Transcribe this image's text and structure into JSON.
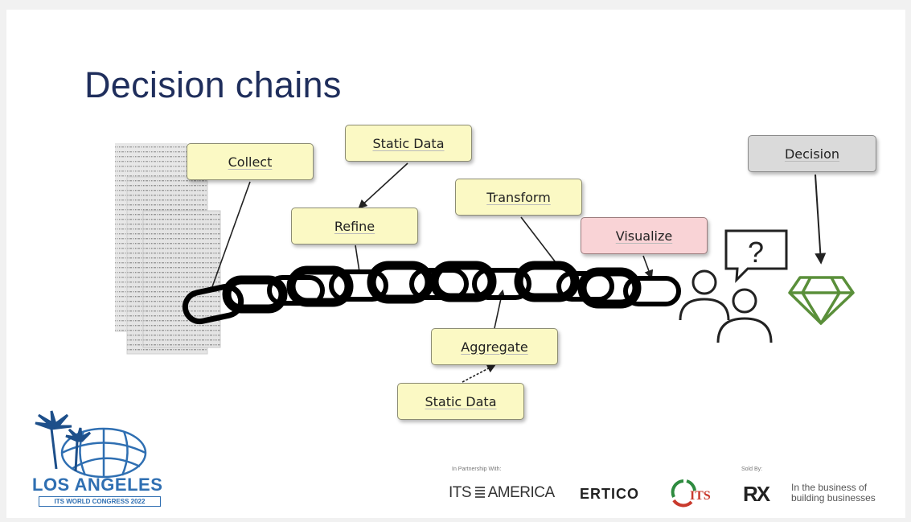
{
  "slide": {
    "title": "Decision chains"
  },
  "diagram": {
    "boxes": {
      "collect": "Collect",
      "static_data_top": "Static Data",
      "refine": "Refine",
      "transform": "Transform",
      "visualize": "Visualize",
      "decision": "Decision",
      "aggregate": "Aggregate",
      "static_data_bottom": "Static Data"
    },
    "speech_bubble_symbol": "?",
    "colors": {
      "box_yellow": "#fbf9c4",
      "box_pink": "#f9d3d6",
      "box_grey": "#dadada",
      "title_navy": "#1f2e5c",
      "gem_green": "#5a8f3a"
    },
    "icons": [
      "document-stack-icon",
      "chain-icon",
      "people-icon",
      "speech-bubble-icon",
      "diamond-icon"
    ]
  },
  "footer": {
    "event_logo": {
      "city": "LOS ANGELES",
      "event": "ITS WORLD CONGRESS 2022"
    },
    "partnership_label": "In Partnership With:",
    "partners": [
      "ITS",
      "AMERICA",
      "ERTICO",
      "ITS"
    ],
    "sold_by_label": "Sold By:",
    "rx_logo": "RX",
    "rx_tagline_line1": "In the business of",
    "rx_tagline_line2": "building businesses"
  }
}
